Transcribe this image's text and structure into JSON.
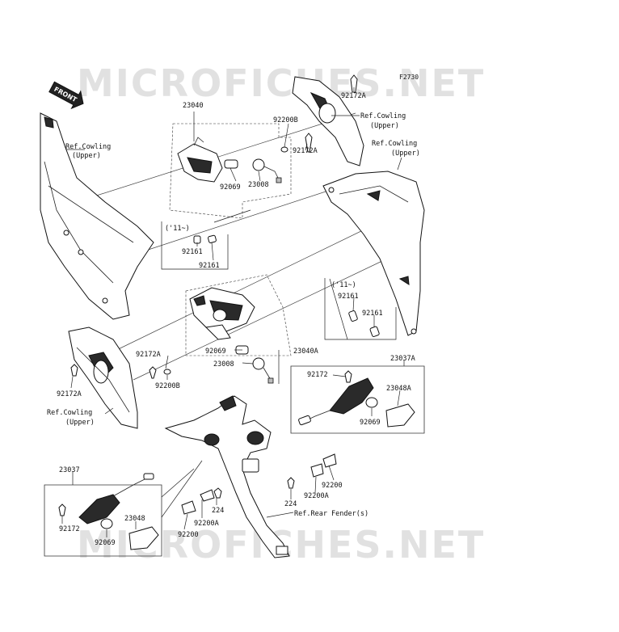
{
  "diagram": {
    "figure_code": "F2730",
    "front_label": "FRONT",
    "watermark": "MICROFICHES.NET",
    "labels": {
      "p23040": "23040",
      "p92200B_top": "92200B",
      "p92172A_top_right": "92172A",
      "p92172A_top_mid": "92172A",
      "p92069_top": "92069",
      "p23008_top": "23008",
      "yr_top": "('11~)",
      "p92161_top_a": "92161",
      "p92161_top_b": "92161",
      "ref_cowl_upper_left_1": "Ref.Cowling",
      "ref_cowl_upper_left_2": "(Upper)",
      "ref_cowl_top_center_1": "Ref.Cowling",
      "ref_cowl_top_center_2": "(Upper)",
      "ref_cowl_right_1": "Ref.Cowling",
      "ref_cowl_right_2": "(Upper)",
      "yr_mid": "('11~)",
      "p92161_mid_a": "92161",
      "p92161_mid_b": "92161",
      "p92172A_mid": "92172A",
      "p92069_mid": "92069",
      "p23040A": "23040A",
      "p23008_mid": "23008",
      "p92200B_mid": "92200B",
      "p92172A_left": "92172A",
      "ref_cowl_lower_left_1": "Ref.Cowling",
      "ref_cowl_lower_left_2": "(Upper)",
      "p23037A": "23037A",
      "p92172_right": "92172",
      "p23048A": "23048A",
      "p92069_right": "92069",
      "p23037": "23037",
      "p92172_left": "92172",
      "p23048": "23048",
      "p92069_left": "92069",
      "p224_mid": "224",
      "p92200A_mid": "92200A",
      "p92200_mid": "92200",
      "p92200_right": "92200",
      "p92200A_right": "92200A",
      "p224_right": "224",
      "ref_rear_fender": "Ref.Rear Fender(s)"
    }
  }
}
